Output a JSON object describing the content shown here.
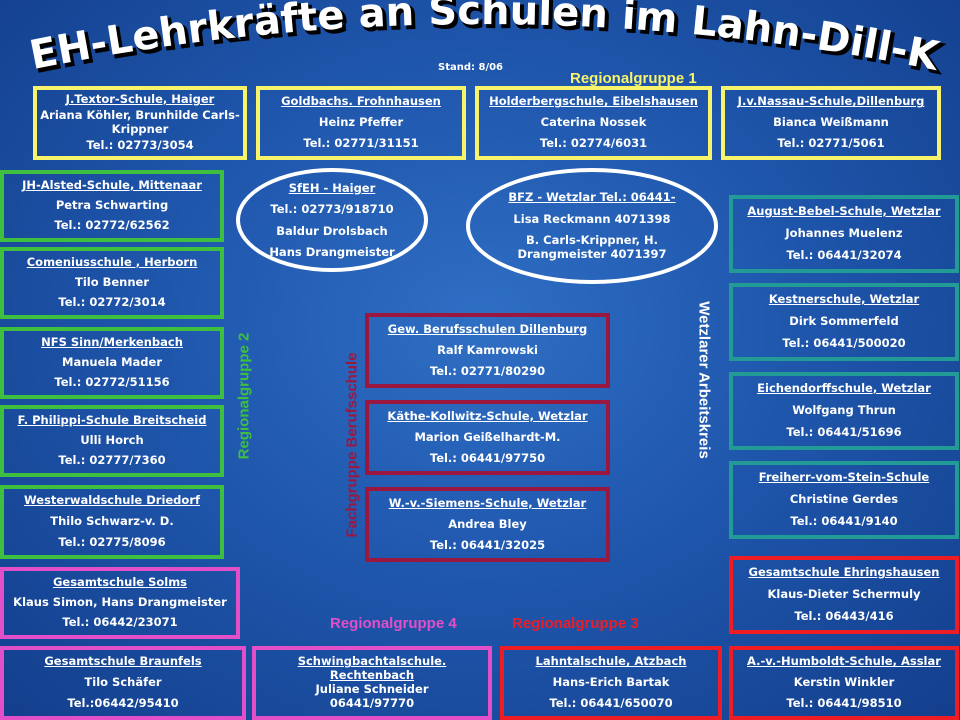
{
  "title": "Die EH-Lehrkräfte an Schulen im Lahn-Dill-Kreis",
  "stand": "Stand: 8/06",
  "labels": {
    "regional1": "Regionalgruppe 1",
    "regional2": "Regionalgruppe 2",
    "regional3": "Regionalgruppe 3",
    "regional4": "Regionalgruppe 4",
    "fachgruppe": "Fachgruppe Berufsschule",
    "wetzlar": "Wetzlarer Arbeitskreis"
  },
  "colors": {
    "regional1": "#f7f36a",
    "regional2": "#3fbf3f",
    "regional3": "#ee1c24",
    "regional4": "#e24fc8",
    "fachgruppe": "#9a1840",
    "wetzlar": "#229a96",
    "background": "#1f57ad"
  },
  "yellow": [
    {
      "name": "J.Textor-Schule, Haiger",
      "person": "Ariana Köhler, Brunhilde Carls-Krippner",
      "phone": "Tel.: 02773/3054"
    },
    {
      "name": "Goldbachs. Frohnhausen",
      "person": "Heinz Pfeffer",
      "phone": "Tel.: 02771/31151"
    },
    {
      "name": "Holderbergschule, Eibelshausen",
      "person": "Caterina Nossek",
      "phone": "Tel.: 02774/6031"
    },
    {
      "name": "J.v.Nassau-Schule,Dillenburg",
      "person": "Bianca Weißmann",
      "phone": "Tel.: 02771/5061"
    }
  ],
  "green": [
    {
      "name": "JH-Alsted-Schule, Mittenaar",
      "person": "Petra Schwarting",
      "phone": "Tel.: 02772/62562"
    },
    {
      "name": "Comeniusschule , Herborn",
      "person": "Tilo Benner",
      "phone": "Tel.: 02772/3014"
    },
    {
      "name": "NFS Sinn/Merkenbach",
      "person": "Manuela Mader",
      "phone": "Tel.: 02772/51156"
    },
    {
      "name": "F. Philippi-Schule Breitscheid",
      "person": "Ulli Horch",
      "phone": "Tel.: 02777/7360"
    },
    {
      "name": "Westerwaldschule Driedorf",
      "person": "Thilo Schwarz-v. D.",
      "phone": "Tel.: 02775/8096"
    }
  ],
  "ovals": [
    {
      "name": "SfEH - Haiger",
      "l1": "Tel.: 02773/918710",
      "l2": "Baldur Drolsbach",
      "l3": "Hans Drangmeister"
    },
    {
      "name": "BFZ - Wetzlar Tel.: 06441-",
      "l1": "Lisa Reckmann 4071398",
      "l2": "B. Carls-Krippner, H. Drangmeister 4071397",
      "l3": ""
    }
  ],
  "maroon": [
    {
      "name": "Gew. Berufsschulen Dillenburg",
      "person": "Ralf Kamrowski",
      "phone": "Tel.: 02771/80290"
    },
    {
      "name": "Käthe-Kollwitz-Schule, Wetzlar",
      "person": "Marion Geißelhardt-M.",
      "phone": "Tel.: 06441/97750"
    },
    {
      "name": "W.-v.-Siemens-Schule, Wetzlar",
      "person": "Andrea Bley",
      "phone": "Tel.: 06441/32025"
    }
  ],
  "teal": [
    {
      "name": "August-Bebel-Schule, Wetzlar",
      "person": "Johannes Muelenz",
      "phone": "Tel.: 06441/32074"
    },
    {
      "name": "Kestnerschule, Wetzlar",
      "person": "Dirk Sommerfeld",
      "phone": "Tel.: 06441/500020"
    },
    {
      "name": "Eichendorffschule, Wetzlar",
      "person": "Wolfgang Thrun",
      "phone": "Tel.: 06441/51696"
    },
    {
      "name": "Freiherr-vom-Stein-Schule",
      "person": "Christine Gerdes",
      "phone": "Tel.: 06441/9140"
    }
  ],
  "red": [
    {
      "name": "Gesamtschule Ehringshausen",
      "person": "Klaus-Dieter Schermuly",
      "phone": "Tel.: 06443/416"
    },
    {
      "name": "Lahntalschule, Atzbach",
      "person": "Hans-Erich Bartak",
      "phone": "Tel.: 06441/650070"
    },
    {
      "name": "A.-v.-Humboldt-Schule, Asslar",
      "person": "Kerstin Winkler",
      "phone": "Tel.: 06441/98510"
    }
  ],
  "pink": [
    {
      "name": "Gesamtschule Solms",
      "person": "Klaus Simon, Hans Drangmeister",
      "phone": "Tel.: 06442/23071"
    },
    {
      "name": "Gesamtschule Braunfels",
      "person": "Tilo Schäfer",
      "phone": "Tel.:06442/95410"
    },
    {
      "name": "Schwingbachtalschule. Rechtenbach",
      "person": "Juliane Schneider",
      "phone": "06441/97770"
    }
  ]
}
